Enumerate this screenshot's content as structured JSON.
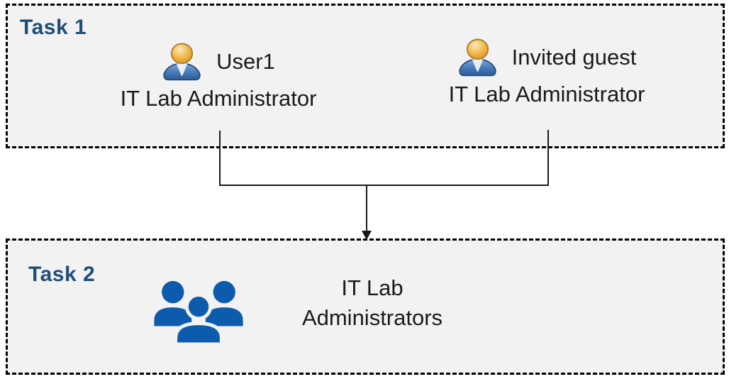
{
  "colors": {
    "page_background": "#FFFFFF",
    "box_fill": "#F2F2F2",
    "box_border": "#000000",
    "task_label_blue": "#1F4E79",
    "body_text": "#1A1A1A",
    "group_icon_blue": "#0D5BAC",
    "person_head_gold": "#EFB143",
    "person_body_blue": "#4679B8",
    "connector": "#1A1A1A"
  },
  "task1": {
    "label": "Task 1",
    "members": [
      {
        "icon": "person-icon",
        "name": "User1",
        "role": "IT Lab Administrator"
      },
      {
        "icon": "person-icon",
        "name": "Invited guest",
        "role": "IT Lab Administrator"
      }
    ]
  },
  "task2": {
    "label": "Task 2",
    "group": {
      "icon": "people-group-icon",
      "name": "IT Lab Administrators"
    }
  }
}
